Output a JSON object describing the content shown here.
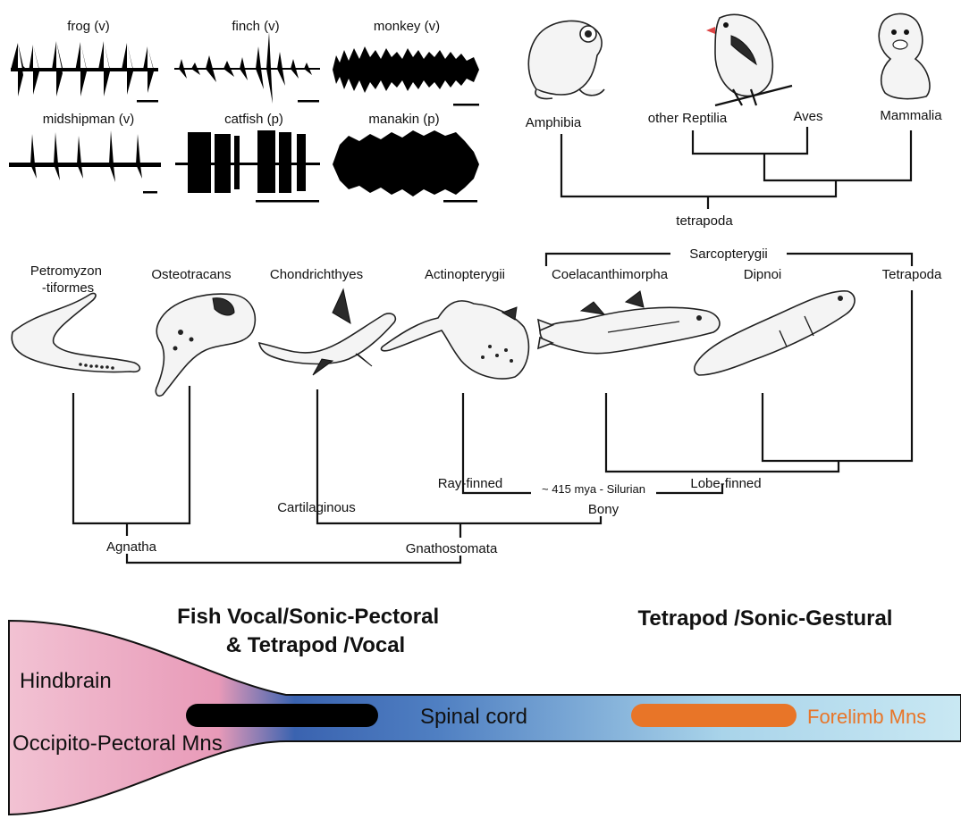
{
  "sound_traces": [
    {
      "label": "frog (v)",
      "style": "pulses"
    },
    {
      "label": "finch (v)",
      "style": "sparse"
    },
    {
      "label": "monkey (v)",
      "style": "noise"
    },
    {
      "label": "midshipman (v)",
      "style": "spikes"
    },
    {
      "label": "catfish (p)",
      "style": "bursts"
    },
    {
      "label": "manakin (p)",
      "style": "block"
    }
  ],
  "tetrapod_tree": {
    "tips": [
      "Amphibia",
      "other Reptilia",
      "Aves",
      "Mammalia"
    ],
    "root_label": "tetrapoda"
  },
  "fish_tree": {
    "taxa": [
      {
        "label": "Petromyzon\n-tiformes"
      },
      {
        "label": "Osteotracans"
      },
      {
        "label": "Chondrichthyes"
      },
      {
        "label": "Actinopterygii"
      },
      {
        "label": "Coelacanthimorpha"
      },
      {
        "label": "Dipnoi"
      },
      {
        "label": "Tetrapoda"
      }
    ],
    "sarcopterygii_label": "Sarcopterygii",
    "clades": {
      "ray_finned": "Ray-finned",
      "lobe_finned": "Lobe-finned",
      "divergence_note": "~ 415 mya - Silurian",
      "bony": "Bony",
      "cartilaginous": "Cartilaginous",
      "agnatha": "Agnatha",
      "gnathostomata": "Gnathostomata"
    }
  },
  "neural": {
    "title_left": "Fish Vocal/Sonic-Pectoral\n& Tetrapod /Vocal",
    "title_right": "Tetrapod /Sonic-Gestural",
    "hindbrain": "Hindbrain",
    "occipito": "Occipito-Pectoral Mns",
    "spinal": "Spinal cord",
    "forelimb": "Forelimb Mns",
    "colors": {
      "hindbrain": "#e8a2bd",
      "spinal_dark": "#3a63b0",
      "spinal_light": "#bfe2f0",
      "occipito_bar": "#000000",
      "forelimb_bar": "#e87528",
      "forelimb_text": "#e87528"
    }
  }
}
